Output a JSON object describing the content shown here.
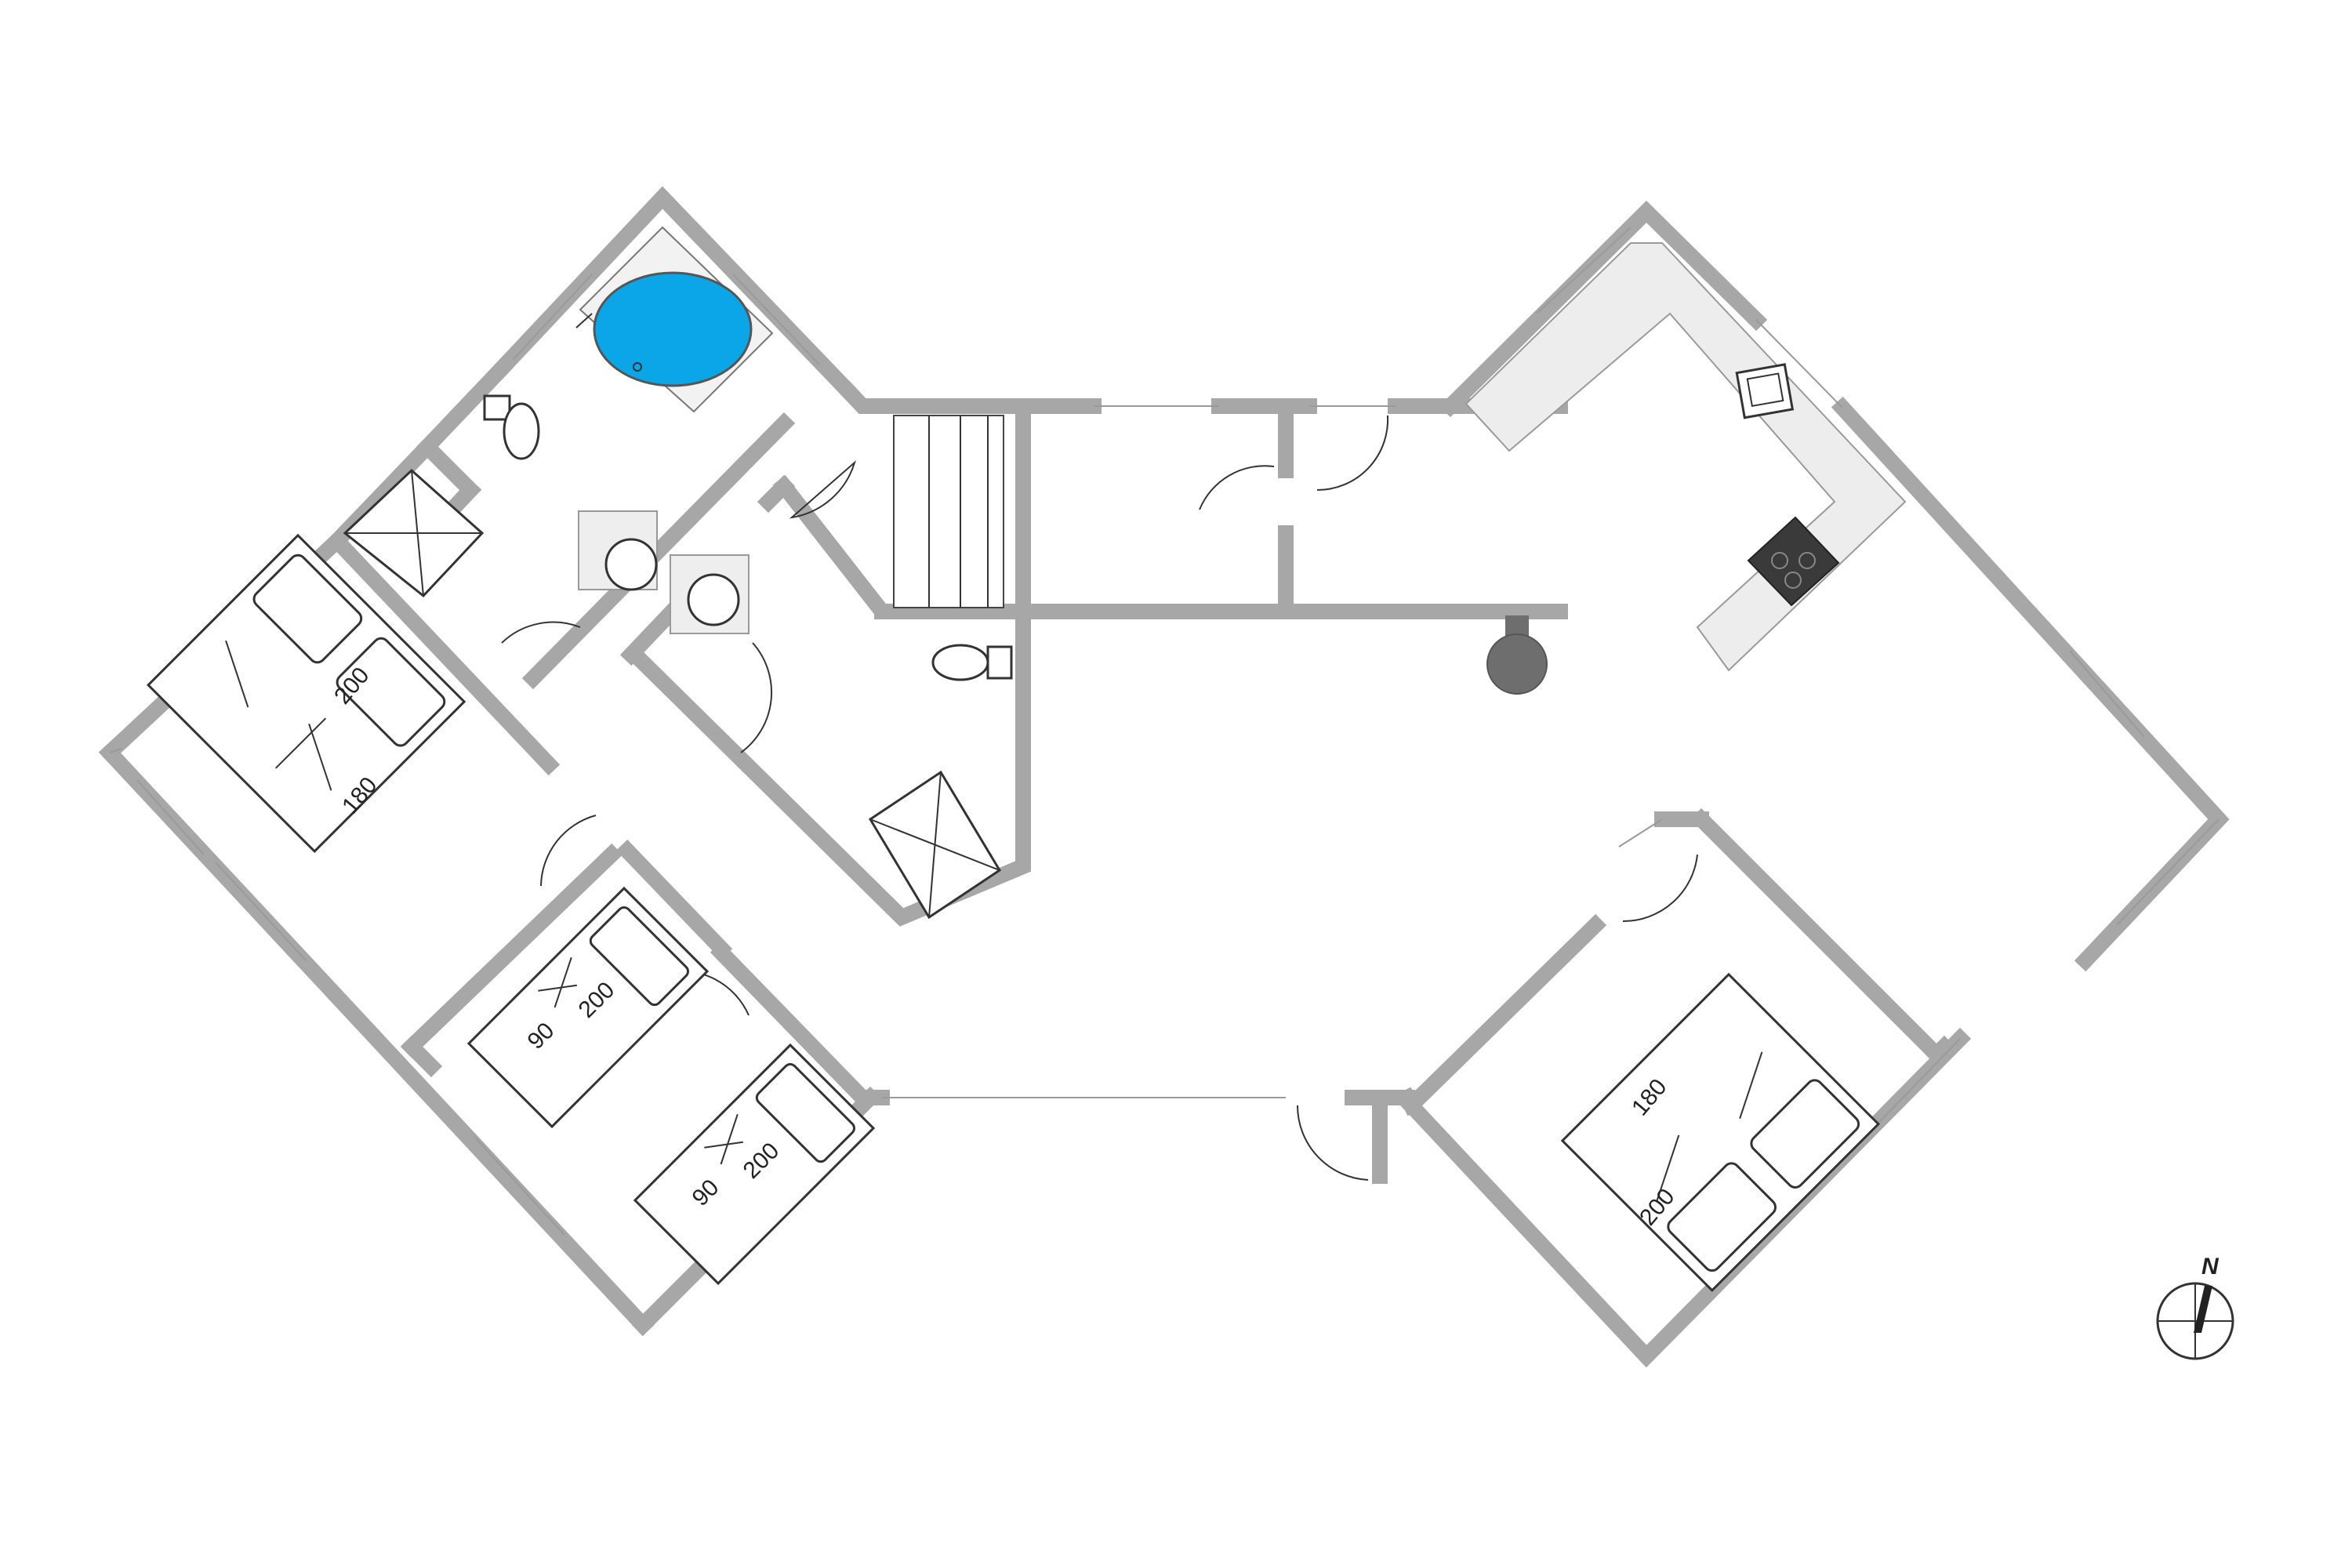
{
  "bed_labels": {
    "bed1_length": "200",
    "bed1_width": "180",
    "bed2_length": "200",
    "bed2_width": "90",
    "bed3_length": "200",
    "bed3_width": "90",
    "bed4_length": "200",
    "bed4_width": "180"
  },
  "compass": {
    "label": "N"
  },
  "colors": {
    "wall": "#a7a7a7",
    "hot_tub_water": "#0aa6e8",
    "stove": "#3a3a3a",
    "fireplace": "#6e6e6e",
    "counter": "#ededed"
  },
  "icons": [
    "hot-tub-icon",
    "toilet-icon",
    "sink-icon",
    "shower-icon",
    "bed-icon",
    "stove-icon",
    "kitchen-sink-icon",
    "fireplace-icon",
    "compass-icon"
  ]
}
